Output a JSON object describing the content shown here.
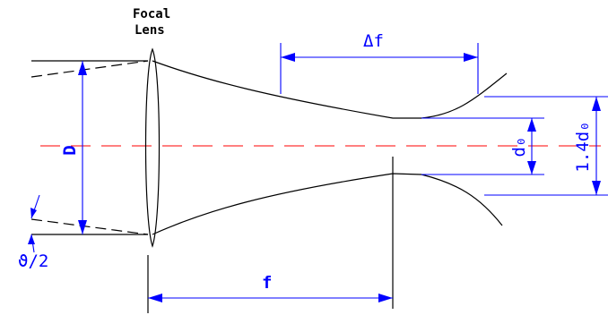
{
  "lens_label": {
    "line1": "Focal",
    "line2": "Lens"
  },
  "labels": {
    "delta_f": "Δf",
    "d_aperture": "D",
    "waist": "d₀",
    "rayleigh": "1.4d₀",
    "angle": "ϑ/2",
    "focal_length": "f"
  },
  "colors": {
    "beam": "#000000",
    "dimension": "#0000ff",
    "axis": "#ff0000"
  }
}
